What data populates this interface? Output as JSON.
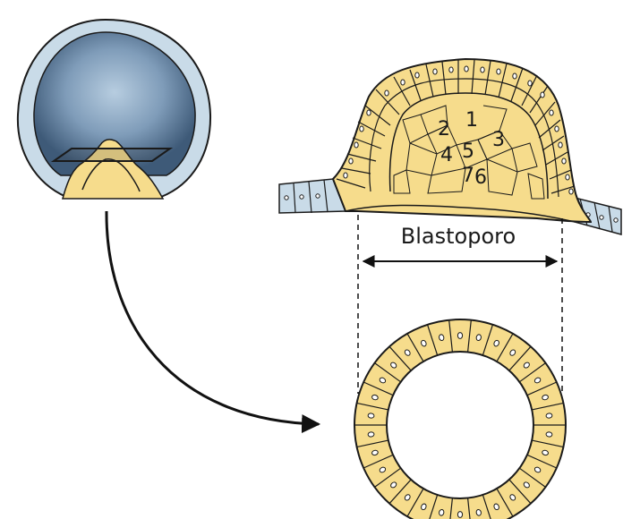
{
  "figure": {
    "label_blastoporo": "Blastoporo",
    "cell_numbers": [
      "1",
      "2",
      "3",
      "4",
      "5",
      "6",
      "7"
    ]
  },
  "colors": {
    "yolk": "#f6dc8c",
    "yolk_dark": "#e8c35c",
    "ectoderm": "#c9dbe8",
    "embryo_dark": "#3e5a78",
    "embryo_light": "#a8c3d8",
    "outline": "#1a1a1a",
    "white": "#ffffff"
  }
}
